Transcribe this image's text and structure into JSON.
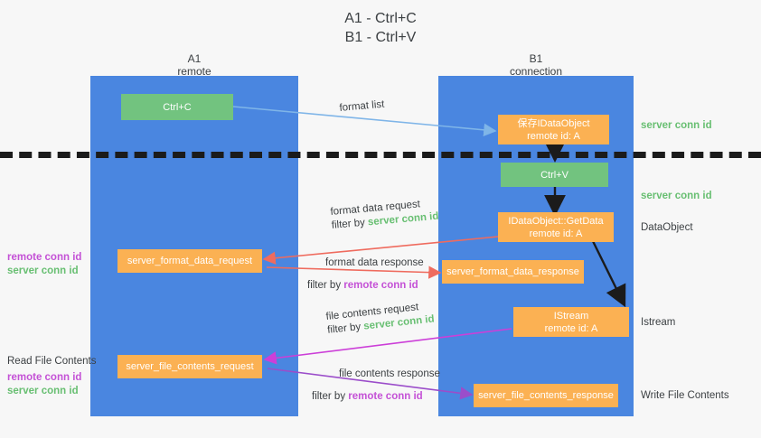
{
  "title": {
    "line1": "A1 - Ctrl+C",
    "line2": "B1 - Ctrl+V"
  },
  "columns": {
    "left": {
      "name": "A1",
      "role": "remote"
    },
    "right": {
      "name": "B1",
      "role": "connection"
    }
  },
  "colors": {
    "lane": "#4a86e0",
    "green_node": "#72c37f",
    "orange_node": "#fbb153",
    "server_conn_id": "#68bf72",
    "remote_conn_id": "#c451d6",
    "arrow_blue": "#7fb5e8",
    "arrow_red": "#ef6b5e",
    "arrow_magenta": "#cc3fd8",
    "arrow_purple": "#9b4dca",
    "arrow_black": "#1b1b1b",
    "separator": "#1b1b1b"
  },
  "nodes": {
    "ctrl_c": {
      "label": "Ctrl+C"
    },
    "save_idataobject": {
      "label": "保存IDataObject",
      "sub": "remote id: A"
    },
    "ctrl_v": {
      "label": "Ctrl+V"
    },
    "getdata": {
      "label": "IDataObject::GetData",
      "sub": "remote id: A"
    },
    "server_format_data_request": {
      "label": "server_format_data_request"
    },
    "server_format_data_response": {
      "label": "server_format_data_response"
    },
    "istream": {
      "label": "IStream",
      "sub": "remote id: A"
    },
    "server_file_contents_request": {
      "label": "server_file_contents_request"
    },
    "server_file_contents_response": {
      "label": "server_file_contents_response"
    }
  },
  "edge_labels": {
    "format_list": "format list",
    "format_data_request": "format data request",
    "format_data_request_filter_prefix": "filter by ",
    "format_data_request_filter_value": "server conn id",
    "format_data_response": "format data response",
    "format_data_response_filter_prefix": "filter by ",
    "format_data_response_filter_value": "remote conn id",
    "file_contents_request": "file contents request",
    "file_contents_request_filter_prefix": "filter by ",
    "file_contents_request_filter_value": "server conn id",
    "file_contents_response": "file contents response",
    "file_contents_response_filter_prefix": "filter by ",
    "file_contents_response_filter_value": "remote conn id"
  },
  "right_labels": {
    "server_conn_id_top": "server conn id",
    "server_conn_id_second": "server conn id",
    "dataobject": "DataObject",
    "istream": "Istream",
    "write_file_contents": "Write File Contents"
  },
  "left_labels": {
    "mid_remote_conn_id": "remote conn id",
    "mid_server_conn_id": "server conn id",
    "read_file_contents": "Read File Contents",
    "low_remote_conn_id": "remote conn id",
    "low_server_conn_id": "server conn id"
  }
}
